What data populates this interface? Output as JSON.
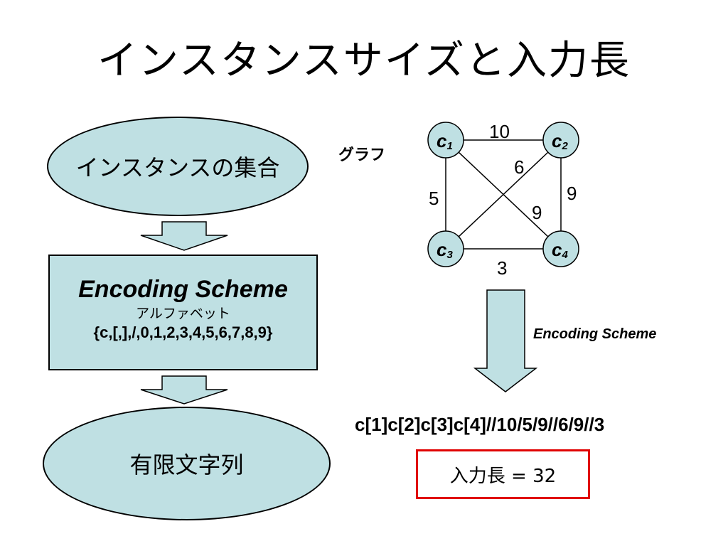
{
  "slide": {
    "title": "インスタンスサイズと入力長"
  },
  "flow": {
    "top_ellipse": "インスタンスの集合",
    "scheme_box": {
      "title": "Encoding Scheme",
      "subtitle": "アルファベット",
      "alphabet": "{c,[,],/,0,1,2,3,4,5,6,7,8,9}"
    },
    "bottom_ellipse": "有限文字列"
  },
  "graph": {
    "label": "グラフ",
    "nodes": [
      {
        "id": "c1",
        "letter": "c",
        "index": "1"
      },
      {
        "id": "c2",
        "letter": "c",
        "index": "2"
      },
      {
        "id": "c3",
        "letter": "c",
        "index": "3"
      },
      {
        "id": "c4",
        "letter": "c",
        "index": "4"
      }
    ],
    "edges": [
      {
        "from": "c1",
        "to": "c2",
        "weight": "10"
      },
      {
        "from": "c1",
        "to": "c3",
        "weight": "5"
      },
      {
        "from": "c2",
        "to": "c3",
        "weight": "6"
      },
      {
        "from": "c2",
        "to": "c4",
        "weight": "9"
      },
      {
        "from": "c1",
        "to": "c4",
        "weight": "9"
      },
      {
        "from": "c3",
        "to": "c4",
        "weight": "3"
      }
    ],
    "node_fill": "#bfe0e3"
  },
  "encoding": {
    "label": "Encoding Scheme",
    "encoded_string": "c[1]c[2]c[3]c[4]//10/5/9//6/9//3",
    "input_length": "入力長 = 32"
  },
  "colors": {
    "shape_fill": "#bfe0e3",
    "highlight_border": "#e00000"
  }
}
